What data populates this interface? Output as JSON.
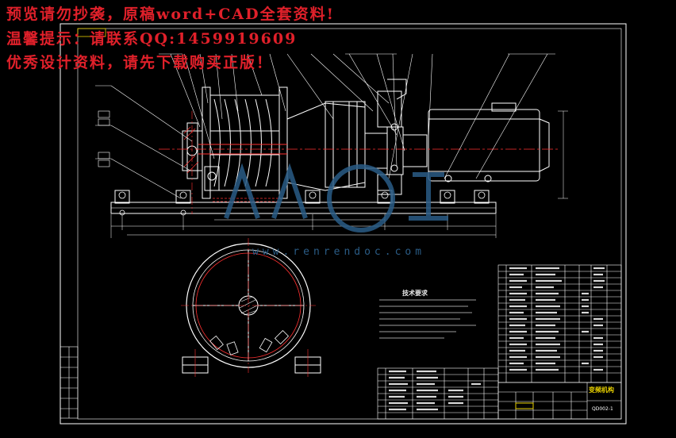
{
  "watermark": {
    "line1": "预览请勿抄袭，原稿word+CAD全套资料!",
    "line2": "温馨提示：请联系QQ:1459919609",
    "line3": "优秀设计资料，请先下载购买正版！",
    "site": "www.renrendoc.com",
    "color": "#e0202a"
  },
  "drawing": {
    "notes_title": "技术要求",
    "title_block_name": "变频机构",
    "drawing_number": "QD002-1",
    "colors": {
      "frame": "#ffffff",
      "outline": "#ffffff",
      "centerline": "#ff3030",
      "dimension": "#ffffff",
      "leader": "#ffffff",
      "accent": "#e8d000",
      "logo": "#2a5c86"
    }
  }
}
